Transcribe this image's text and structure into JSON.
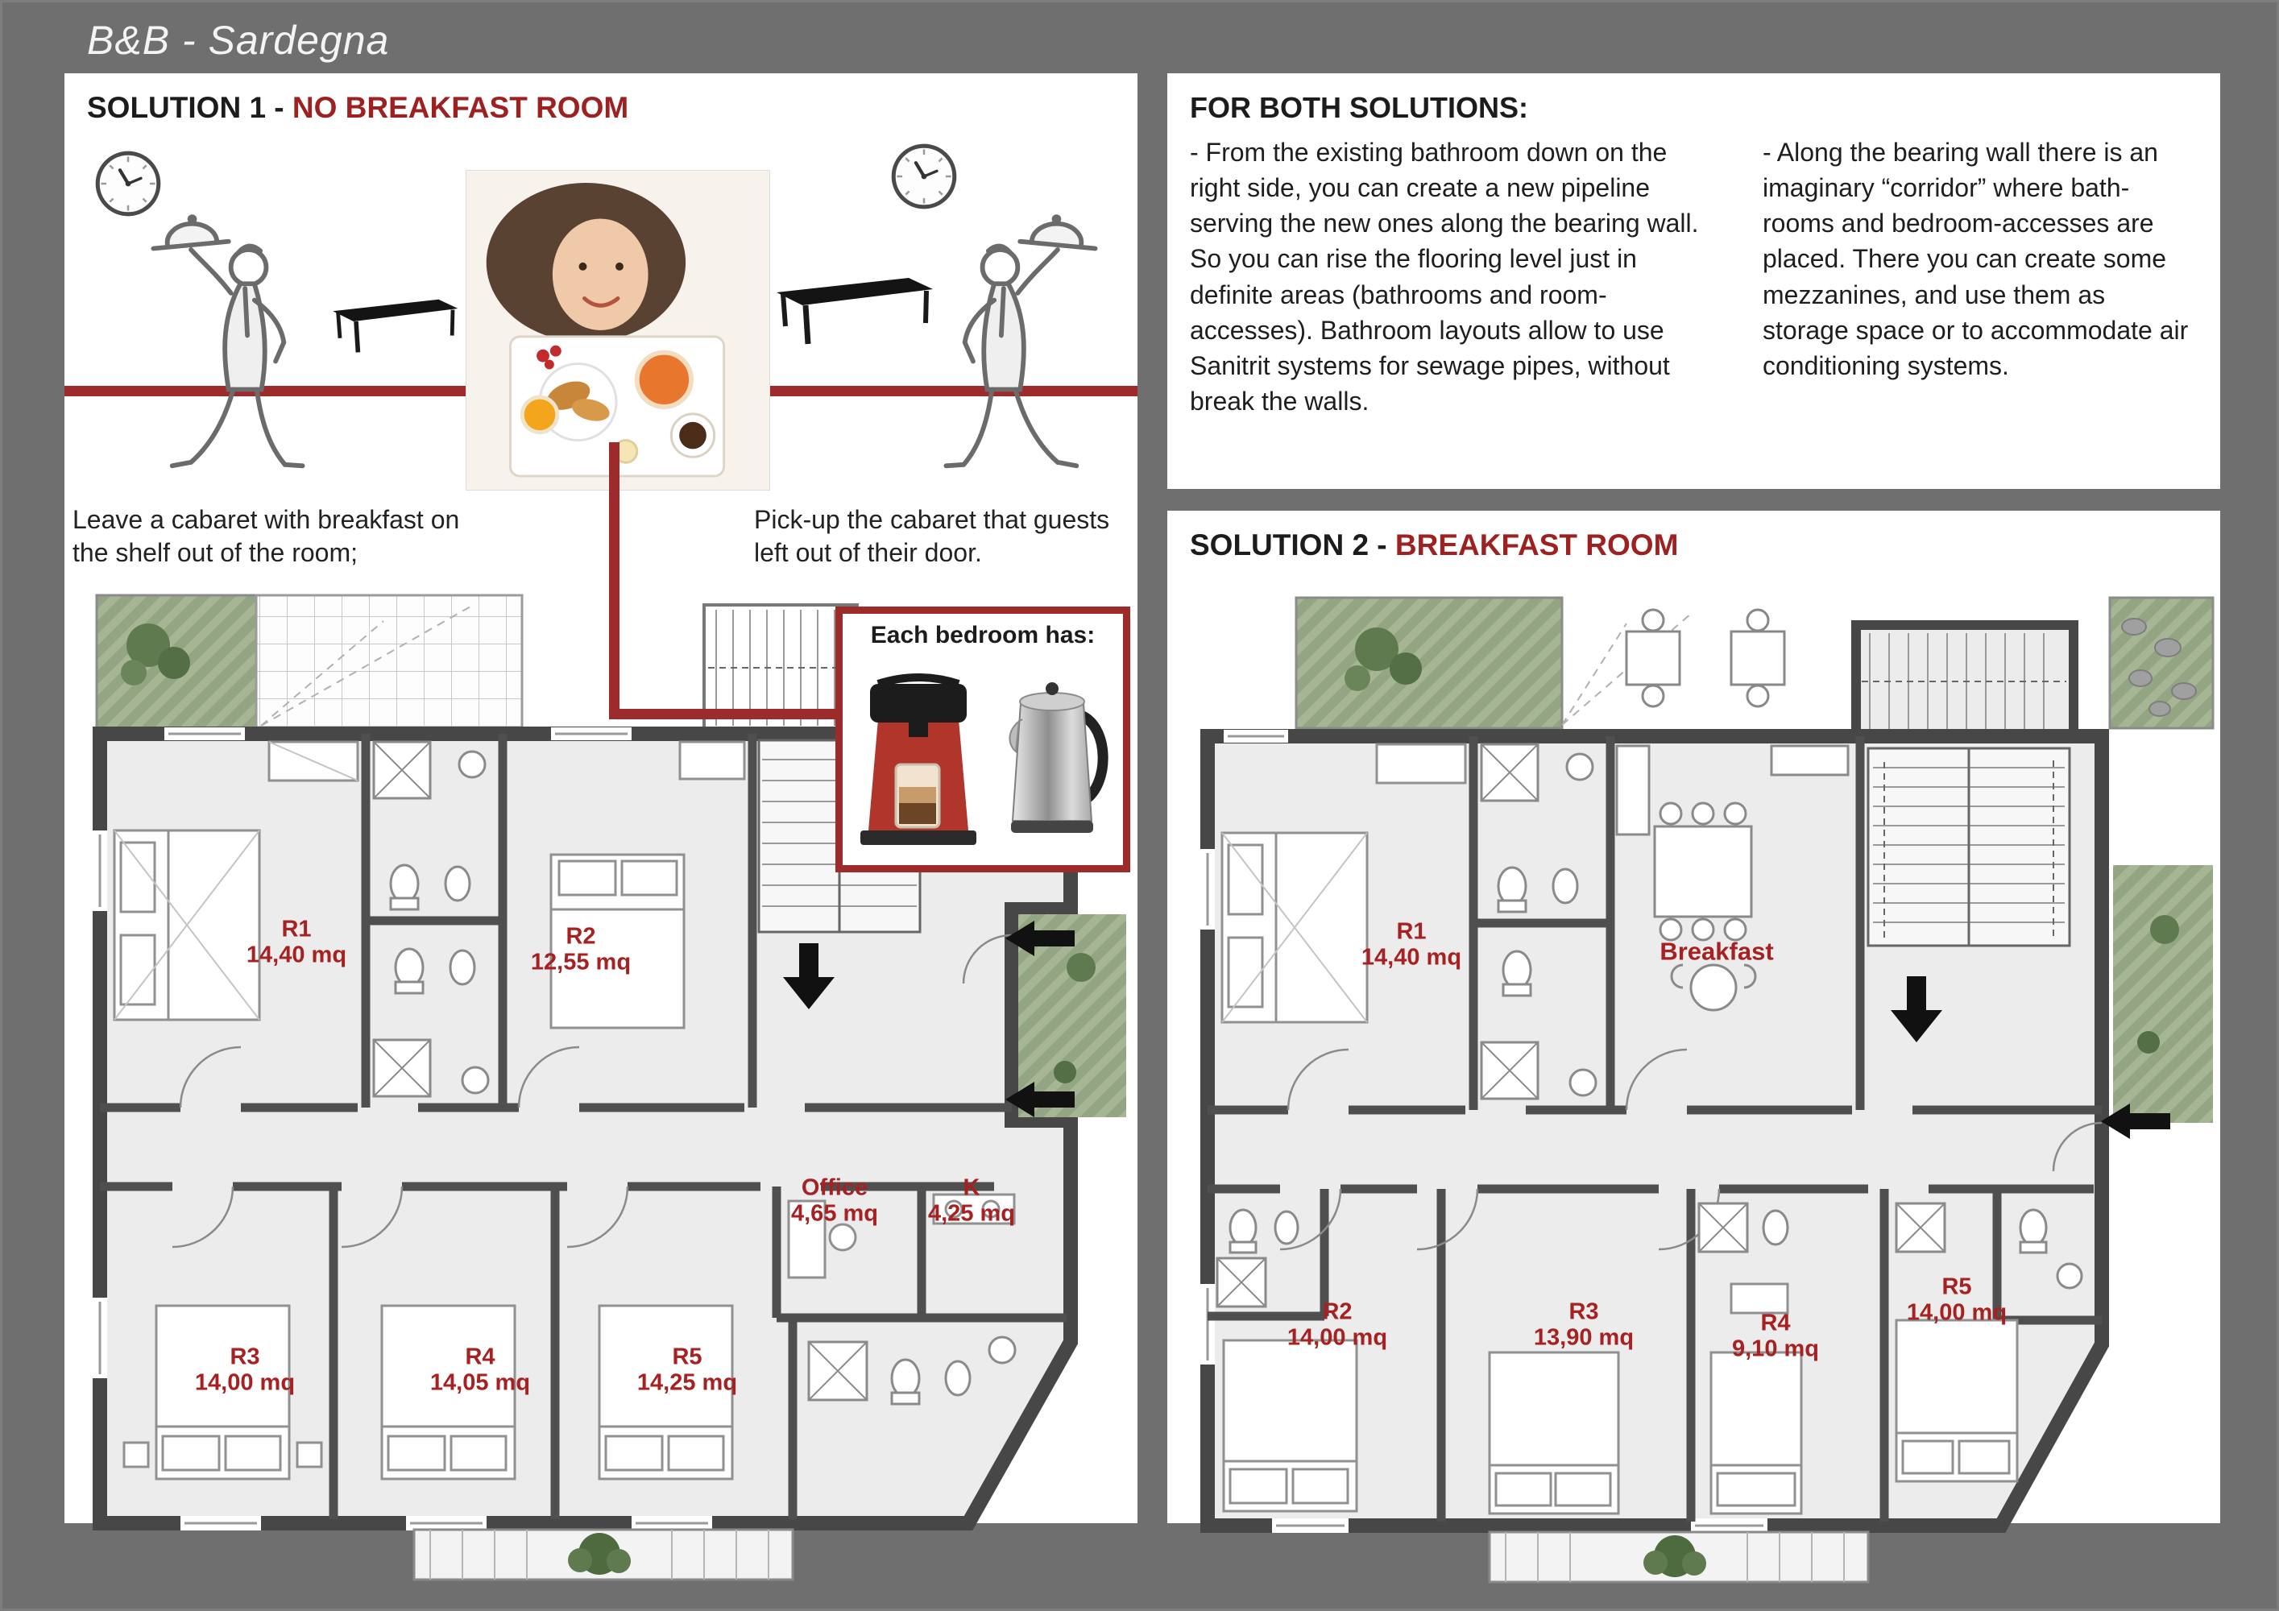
{
  "page": {
    "title": "B&B - Sardegna"
  },
  "colors": {
    "board_gray": "#6f6f6f",
    "accent_red": "#9e2121",
    "line_red": "#9e2b2b",
    "wall_gray": "#474747"
  },
  "solution1": {
    "title_prefix": "SOLUTION 1 - ",
    "title_highlight": "NO BREAKFAST ROOM",
    "caption_left": "Leave a cabaret with breakfast on the shelf out of the room;",
    "caption_right": "Pick-up the cabaret that guests left out of their door.",
    "callout": {
      "title": "Each bedroom has:",
      "items": [
        "espresso-machine",
        "electric-kettle"
      ]
    },
    "rooms": [
      {
        "name": "R1",
        "area": "14,40 mq"
      },
      {
        "name": "R2",
        "area": "12,55 mq"
      },
      {
        "name": "R3",
        "area": "14,00 mq"
      },
      {
        "name": "R4",
        "area": "14,05 mq"
      },
      {
        "name": "R5",
        "area": "14,25 mq"
      },
      {
        "name": "Office",
        "area": "4,65 mq"
      },
      {
        "name": "K",
        "area": "4,25 mq"
      }
    ]
  },
  "for_both": {
    "title": "FOR BOTH SOLUTIONS:",
    "column1": "- From the existing bathroom down on the right side, you can create a new pipeline serving the new ones along the bearing wall. So you can rise the flooring level just in definite areas (bathrooms and room-accesses). Bathroom layouts allow to use Sanitrit systems for sewage pipes, without break the walls.",
    "column2": "- Along the bearing wall there is an imaginary “corridor” where bath-rooms and bedroom-accesses are placed. There you can create some mezzanines, and use them as storage space or to accommodate air conditioning systems."
  },
  "solution2": {
    "title_prefix": "SOLUTION 2 - ",
    "title_highlight": "BREAKFAST ROOM",
    "breakfast_label": "Breakfast",
    "rooms": [
      {
        "name": "R1",
        "area": "14,40 mq"
      },
      {
        "name": "R2",
        "area": "14,00 mq"
      },
      {
        "name": "R3",
        "area": "13,90 mq"
      },
      {
        "name": "R4",
        "area": "9,10 mq"
      },
      {
        "name": "R5",
        "area": "14,00 mq"
      }
    ]
  }
}
